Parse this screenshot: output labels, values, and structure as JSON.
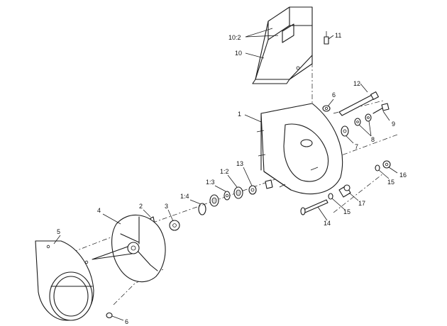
{
  "callouts": {
    "c10_2": "10:2",
    "c11": "11",
    "c10": "10",
    "c6_top": "6",
    "c12": "12",
    "c1": "1",
    "c9": "9",
    "c8": "8",
    "c7": "7",
    "c13": "13",
    "c1_2": "1:2",
    "c1_3": "1:3",
    "c1_4": "1:4",
    "c2": "2",
    "c3": "3",
    "c4": "4",
    "c5": "5",
    "c16": "16",
    "c15_a": "15",
    "c17": "17",
    "c15_b": "15",
    "c14": "14",
    "c6_bottom": "6"
  }
}
